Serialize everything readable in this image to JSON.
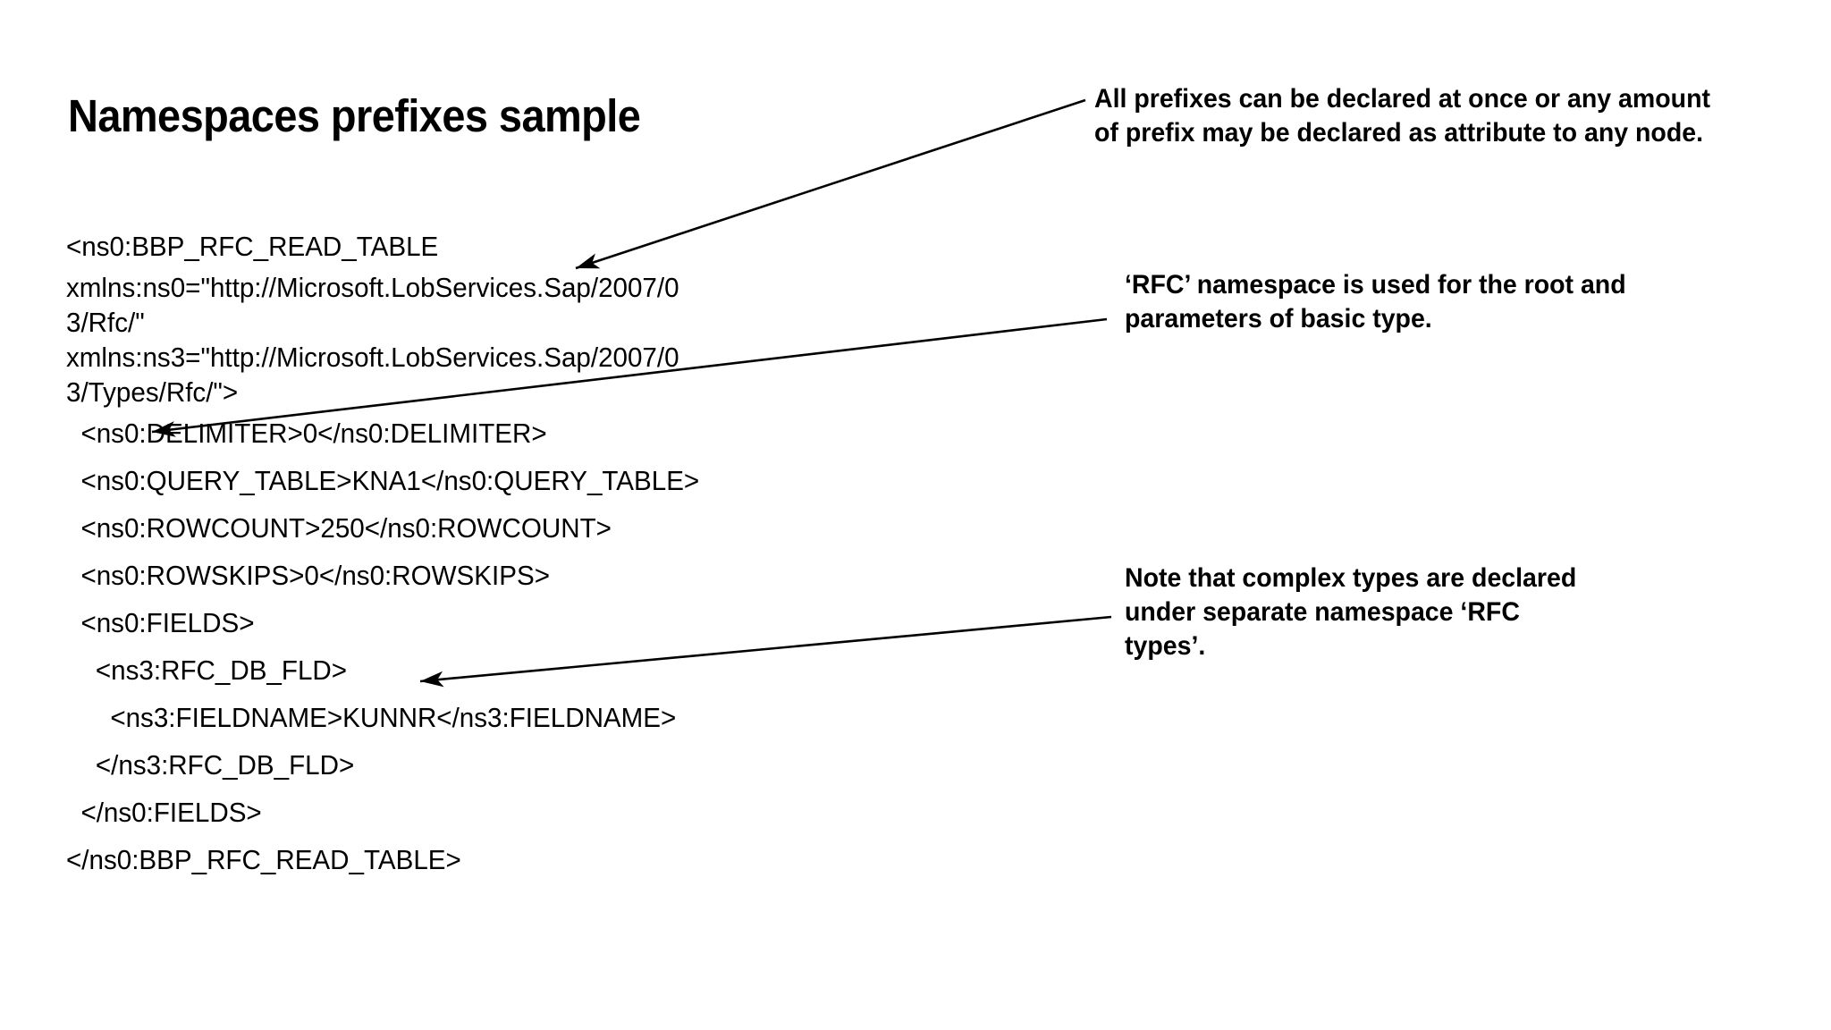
{
  "slide": {
    "title": "Namespaces prefixes sample",
    "background_color": "#FFFFFF",
    "text_color": "#000000"
  },
  "xml_sample": {
    "lines": [
      "<ns0:BBP_RFC_READ_TABLE",
      "xmlns:ns0=\"http://Microsoft.LobServices.Sap/2007/0",
      "3/Rfc/\"",
      "xmlns:ns3=\"http://Microsoft.LobServices.Sap/2007/0",
      "3/Types/Rfc/\">",
      "  <ns0:DELIMITER>0</ns0:DELIMITER>",
      "  <ns0:QUERY_TABLE>KNA1</ns0:QUERY_TABLE>",
      "  <ns0:ROWCOUNT>250</ns0:ROWCOUNT>",
      "  <ns0:ROWSKIPS>0</ns0:ROWSKIPS>",
      "  <ns0:FIELDS>",
      "    <ns3:RFC_DB_FLD>",
      "      <ns3:FIELDNAME>KUNNR</ns3:FIELDNAME>",
      "    </ns3:RFC_DB_FLD>",
      "  </ns0:FIELDS>",
      "</ns0:BBP_RFC_READ_TABLE>"
    ]
  },
  "annotations": [
    {
      "id": "prefixes",
      "text": "All prefixes can be declared at once or any amount of prefix may be declared as attribute to any node."
    },
    {
      "id": "rfc",
      "text": "‘RFC’ namespace is used for the root and parameters of basic type."
    },
    {
      "id": "complex",
      "text": "Note that complex types are declared under separate namespace ‘RFC types’."
    }
  ],
  "arrows": [
    {
      "name": "arrow-to-root-namespace",
      "label": "arrow-icon"
    },
    {
      "name": "arrow-to-delimiter",
      "label": "arrow-icon"
    },
    {
      "name": "arrow-to-rfc-db-fld",
      "label": "arrow-icon"
    }
  ]
}
